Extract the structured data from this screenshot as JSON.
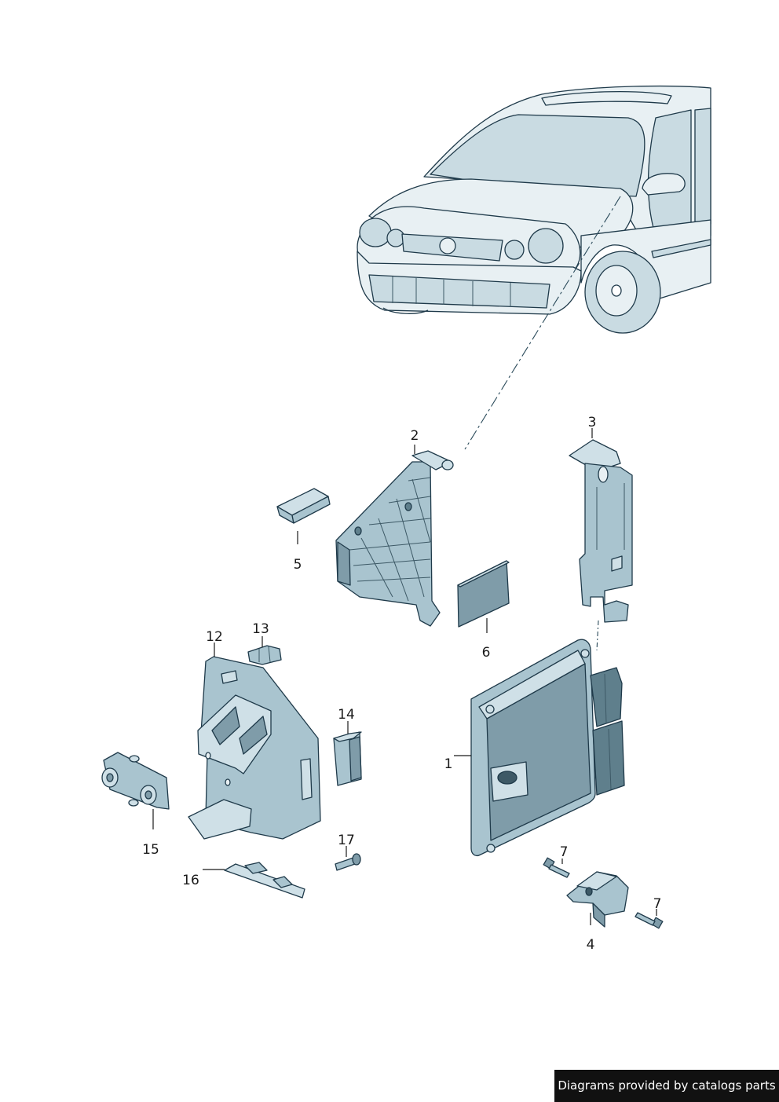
{
  "callouts": {
    "c1": "1",
    "c2": "2",
    "c3": "3",
    "c4": "4",
    "c5": "5",
    "c6": "6",
    "c7a": "7",
    "c7b": "7",
    "c12": "12",
    "c13": "13",
    "c14": "14",
    "c15": "15",
    "c16": "16",
    "c17": "17"
  },
  "footer": {
    "credit": "Diagrams provided by catalogs parts"
  },
  "colors": {
    "outline": "#1f3a4a",
    "part_fill": "#a9c4cf",
    "car_fill": "#e8f0f3",
    "credit_background": "#111111"
  }
}
